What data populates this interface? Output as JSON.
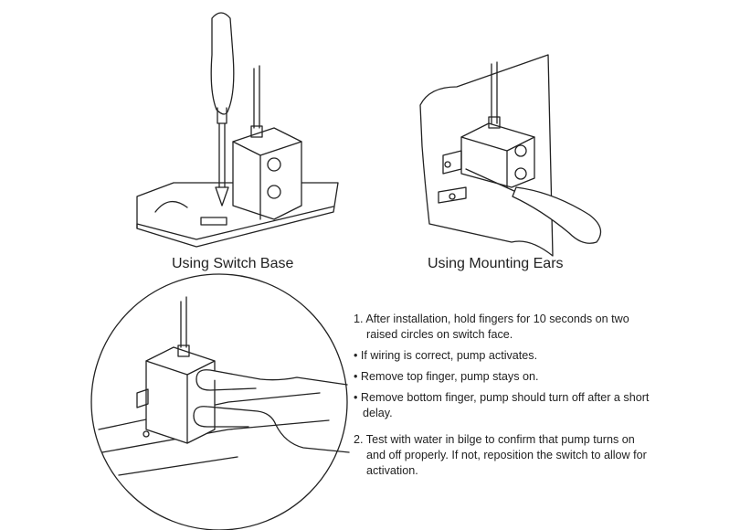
{
  "figures": [
    {
      "caption": "Using Switch Base"
    },
    {
      "caption": "Using Mounting Ears"
    }
  ],
  "instructions": [
    {
      "marker": "1.",
      "text": "After installation, hold fingers for 10 seconds on two raised circles on switch face."
    },
    {
      "marker": "•",
      "text": "If wiring is correct, pump activates."
    },
    {
      "marker": "•",
      "text": "Remove top finger, pump stays on."
    },
    {
      "marker": "•",
      "text": "Remove bottom finger, pump should turn off after a  short delay."
    },
    {
      "marker": "2.",
      "text": "Test with water in bilge to confirm that pump turns on and off properly. If not, reposition the switch to allow for activation."
    }
  ]
}
